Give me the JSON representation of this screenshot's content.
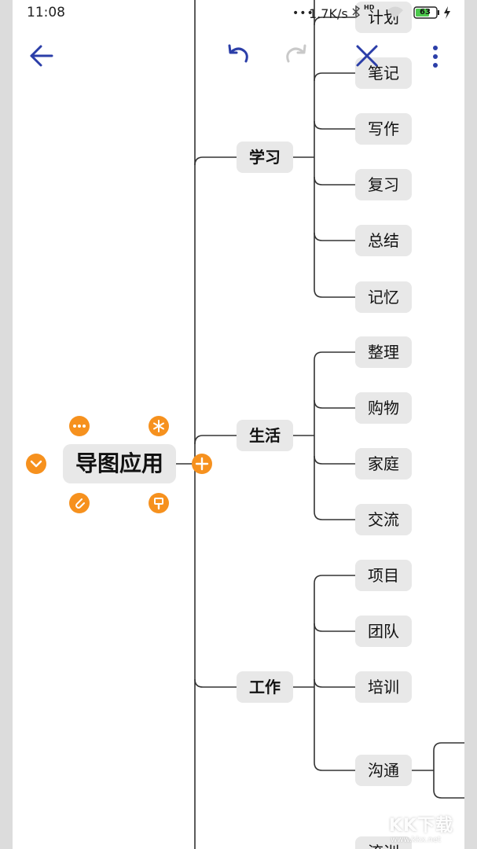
{
  "status_bar": {
    "time": "11:08",
    "network": "1.7K/s",
    "battery": "63",
    "icons": [
      "dots-icon",
      "bluetooth-icon",
      "hd-icon",
      "wifi-icon",
      "battery-icon",
      "charging-icon"
    ]
  },
  "toolbar": {
    "back": "back-arrow-icon",
    "undo": "undo-icon",
    "redo": "redo-icon",
    "close": "close-icon",
    "more": "more-vertical-icon",
    "accent": "#2b3ea8"
  },
  "mindmap": {
    "root": "导图应用",
    "root_actions": [
      "more-icon",
      "asterisk-icon",
      "collapse-icon",
      "add-icon",
      "attach-icon",
      "style-icon"
    ],
    "accent": "#f6911e",
    "branches": [
      {
        "label": "学习",
        "children": [
          "计划",
          "笔记",
          "写作",
          "复习",
          "总结",
          "记忆"
        ]
      },
      {
        "label": "生活",
        "children": [
          "整理",
          "购物",
          "家庭",
          "交流"
        ]
      },
      {
        "label": "工作",
        "children": [
          "项目",
          "团队",
          "培训",
          "沟通"
        ]
      }
    ],
    "partial_bottom": "流训"
  },
  "watermark": {
    "brand": "KK下载",
    "site": "www.kkx.net"
  }
}
